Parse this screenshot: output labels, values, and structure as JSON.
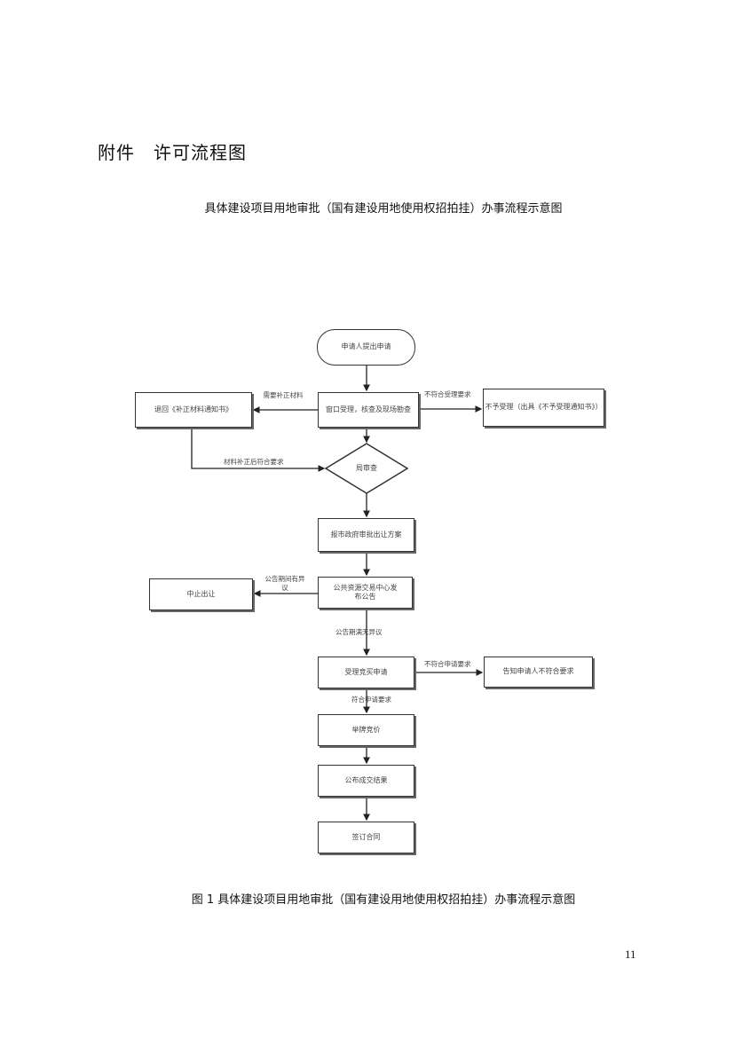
{
  "heading": "附件　许可流程图",
  "subtitle": "具体建设项目用地审批（国有建设用地使用权招拍挂）办事流程示意图",
  "flowchart": {
    "start": "申请人提出申请",
    "accept": "窗口受理，核查及现场勘查",
    "return": "退回《补正材料通知书》",
    "reject": "不予受理（出具《不予受理通知书》）",
    "review": "局审查",
    "approve": "报市政府审批出让方案",
    "announce": "公共资源交易中心发布公告",
    "suspend": "中止出让",
    "bid_accept": "受理竞买申请",
    "notify": "告知申请人不符合要求",
    "auction": "举牌竞价",
    "result": "公布成交结果",
    "contract": "签订合同",
    "edge_labels": {
      "need_supplement": "需要补正材料",
      "not_meet_accept": "不符合受理要求",
      "supplement_ok": "材料补正后符合要求",
      "objection": "公告期间有异议",
      "no_objection": "公告期满无异议",
      "not_meet_apply": "不符合申请要求",
      "meet_apply": "符合申请要求"
    }
  },
  "caption": "图 1 具体建设项目用地审批（国有建设用地使用权招拍挂）办事流程示意图",
  "page_number": "11"
}
